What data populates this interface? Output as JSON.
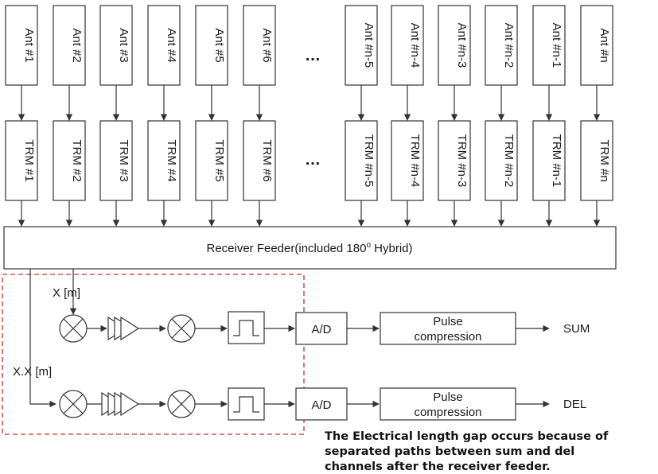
{
  "antennas": [
    "Ant #1",
    "Ant #2",
    "Ant #3",
    "Ant #4",
    "Ant #5",
    "Ant #6",
    "Ant #n-5",
    "Ant #n-4",
    "Ant #n-3",
    "Ant #n-2",
    "Ant #n-1",
    "Ant #n"
  ],
  "trms": [
    "TRM #1",
    "TRM #2",
    "TRM #3",
    "TRM #4",
    "TRM #5",
    "TRM #6",
    "TRM #n-5",
    "TRM #n-4",
    "TRM #n-3",
    "TRM #n-2",
    "TRM #n-1",
    "TRM #n"
  ],
  "ellipsis": "…",
  "feeder": {
    "label_prefix": "Receiver Feeder(included 180",
    "label_sup": "o",
    "label_suffix": " Hybrid)"
  },
  "channels": {
    "sum": {
      "path_label": "X [m]",
      "ad_label": "A/D",
      "pulse_line1": "Pulse",
      "pulse_line2": "compression",
      "output_label": "SUM"
    },
    "del": {
      "path_label": "X.X [m]",
      "ad_label": "A/D",
      "pulse_line1": "Pulse",
      "pulse_line2": "compression",
      "output_label": "DEL"
    }
  },
  "note_lines": [
    "The Electrical length gap occurs because of",
    "separated paths between sum and del",
    "channels after the receiver feeder."
  ],
  "colors": {
    "stroke": "#333333",
    "highlight_dash": "#d9534f"
  }
}
